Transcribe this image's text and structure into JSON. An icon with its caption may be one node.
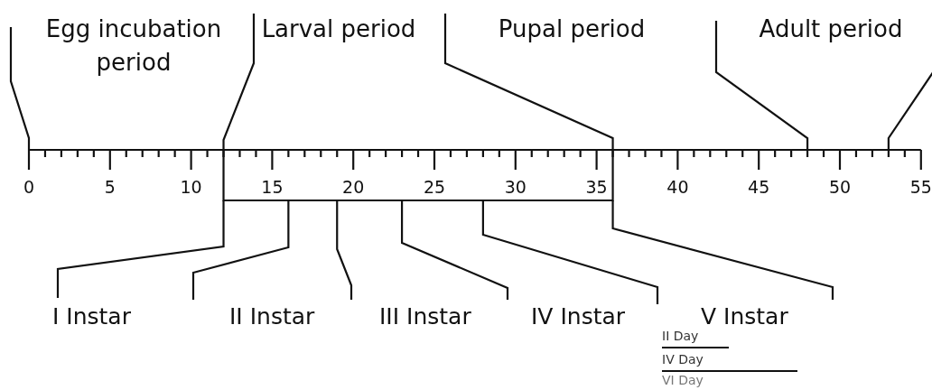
{
  "diagram": {
    "labels": [
      "Egg incubation period",
      "Larval period",
      "Pupal period",
      "Adult period",
      "0",
      "5",
      "10",
      "15",
      "20",
      "25",
      "30",
      "35",
      "40",
      "45",
      "50",
      "55",
      "I Instar",
      "II Instar",
      "III Instar",
      "IV Instar",
      "V Instar",
      "II Day",
      "IV Day",
      "VI Day"
    ]
  }
}
